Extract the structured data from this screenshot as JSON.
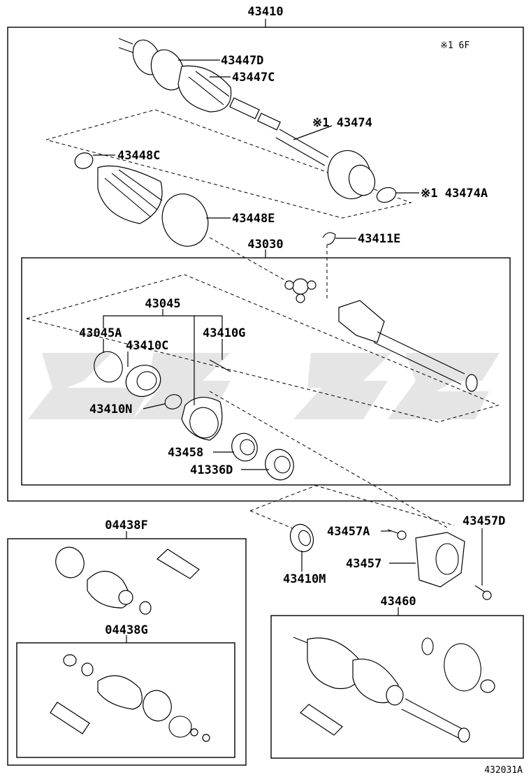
{
  "diagram": {
    "figure_code": "432031A",
    "note": "※1 6F",
    "labels": {
      "p43410": "43410",
      "p43447D": "43447D",
      "p43447C": "43447C",
      "p43474": "※1 43474",
      "p43448C": "43448C",
      "p43474A": "※1 43474A",
      "p43448E": "43448E",
      "p43411E": "43411E",
      "p43030": "43030",
      "p43045": "43045",
      "p43045A": "43045A",
      "p43410G": "43410G",
      "p43410C": "43410C",
      "p43410N": "43410N",
      "p43458": "43458",
      "p41336D": "41336D",
      "p04438F": "04438F",
      "p04438G": "04438G",
      "p43457A": "43457A",
      "p43457D": "43457D",
      "p43457": "43457",
      "p43410M": "43410M",
      "p43460": "43460"
    }
  }
}
